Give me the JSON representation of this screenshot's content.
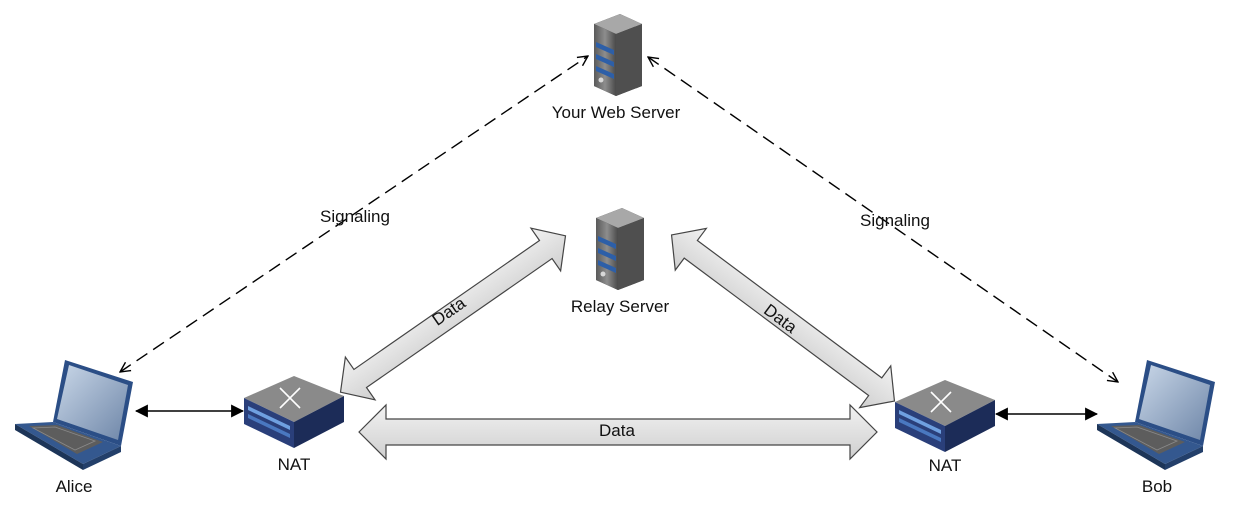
{
  "nodes": {
    "web_server": {
      "label": "Your Web Server",
      "icon": "server-icon"
    },
    "relay_server": {
      "label": "Relay Server",
      "icon": "server-icon"
    },
    "alice": {
      "label": "Alice",
      "icon": "laptop-icon"
    },
    "bob": {
      "label": "Bob",
      "icon": "laptop-icon"
    },
    "nat_left": {
      "label": "NAT",
      "icon": "network-switch-icon"
    },
    "nat_right": {
      "label": "NAT",
      "icon": "network-switch-icon"
    }
  },
  "edges": {
    "signaling_left": {
      "label": "Signaling",
      "style": "dashed"
    },
    "signaling_right": {
      "label": "Signaling",
      "style": "dashed"
    },
    "data_left": {
      "label": "Data",
      "style": "block-double-arrow"
    },
    "data_right": {
      "label": "Data",
      "style": "block-double-arrow"
    },
    "data_direct": {
      "label": "Data",
      "style": "block-double-arrow"
    }
  },
  "colors": {
    "server_body": "#6b6b6b",
    "server_stripe": "#2d5fa8",
    "laptop_body": "#2b4e86",
    "screen": "#9fb3cc",
    "switch_body": "#3e5aa0",
    "block_arrow_fill": "#e4e4e4",
    "line": "#000000"
  }
}
